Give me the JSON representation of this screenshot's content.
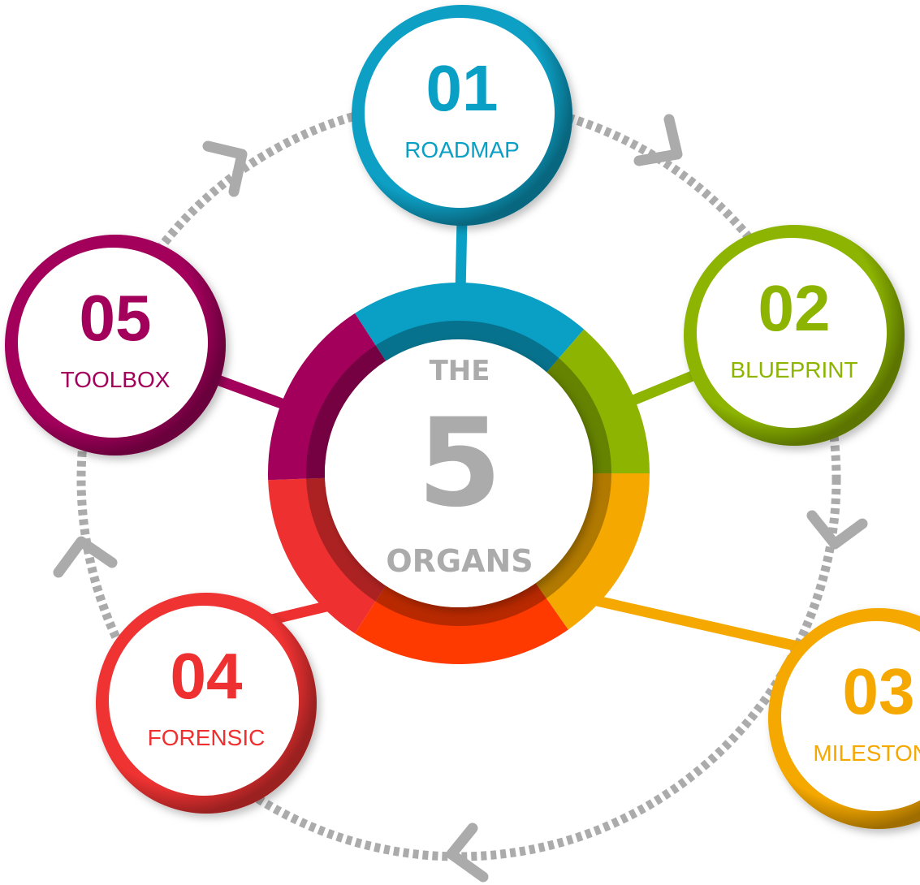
{
  "center": {
    "line1": "THE",
    "line2": "5",
    "line3": "ORGANS"
  },
  "organs": [
    {
      "number": "01",
      "label": "ROADMAP",
      "color": "#0a9fc4"
    },
    {
      "number": "02",
      "label": "BLUEPRINT",
      "color": "#8db400"
    },
    {
      "number": "03",
      "label": "MILESTONE",
      "color": "#f5a800"
    },
    {
      "number": "04",
      "label": "FORENSIC",
      "color": "#ef3030"
    },
    {
      "number": "05",
      "label": "TOOLBOX",
      "color": "#a3005c"
    }
  ],
  "ring_colors": {
    "blue": "#0a9fc4",
    "green": "#8db400",
    "orange": "#f5a800",
    "redorange": "#ff3a00",
    "red": "#ef3030",
    "magenta": "#a3005c"
  },
  "cycle_color": "#ababab"
}
